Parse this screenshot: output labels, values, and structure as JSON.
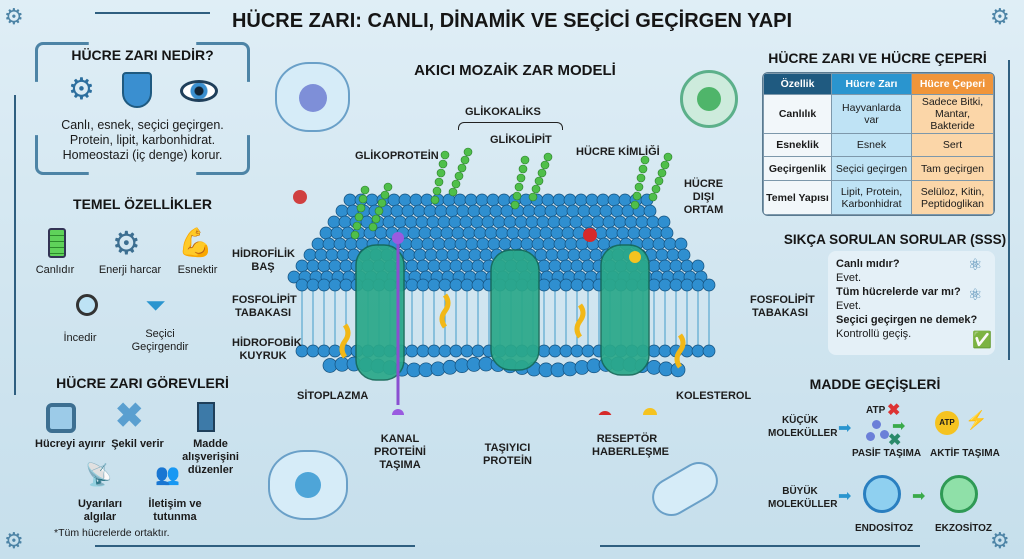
{
  "title": "HÜCRE ZARI: CANLI, DİNAMİK VE SEÇİCİ GEÇİRGEN YAPI",
  "what_is": {
    "heading": "HÜCRE ZARI NEDİR?",
    "icons": [
      "gear-icon",
      "shield-icon",
      "eye-icon"
    ],
    "lines": [
      "Canlı, esnek, seçici geçirgen.",
      "Protein, lipit, karbonhidrat.",
      "Homeostazi (iç denge) korur."
    ]
  },
  "features": {
    "heading": "TEMEL ÖZELLİKLER",
    "items": [
      {
        "label": "Canlıdır",
        "icon": "battery-icon"
      },
      {
        "label": "Enerji harcar",
        "icon": "energy-gear-icon"
      },
      {
        "label": "Esnektir",
        "icon": "muscle-icon"
      },
      {
        "label": "İncedir",
        "icon": "magnifier-icon"
      },
      {
        "label": "Seçici Geçirgendir",
        "icon": "filter-icon"
      }
    ]
  },
  "functions": {
    "heading": "HÜCRE ZARI GÖREVLERİ",
    "items": [
      {
        "label": "Hücreyi ayırır",
        "icon": "frame-icon"
      },
      {
        "label": "Şekil verir",
        "icon": "x-shape-icon"
      },
      {
        "label": "Madde alışverişini düzenler",
        "icon": "door-icon"
      },
      {
        "label": "Uyarıları algılar",
        "icon": "antenna-icon"
      },
      {
        "label": "İletişim ve tutunma",
        "icon": "people-icon"
      }
    ],
    "footnote": "*Tüm hücrelerde ortaktır."
  },
  "model": {
    "heading": "AKICI MOZAİK ZAR MODELİ",
    "labels": {
      "glycocalyx": "GLİKOKALİKS",
      "glycolipid": "GLİKOLİPİT",
      "glycoprotein": "GLİKOPROTEİN",
      "cell_id": "HÜCRE KİMLİĞİ",
      "extracellular": "HÜCRE DIŞI ORTAM",
      "hydrophilic": "HİDROFİLİK BAŞ",
      "phospholipid_left": "FOSFOLİPİT TABAKASI",
      "hydrophobic": "HİDROFOBİK KUYRUK",
      "phospholipid_right": "FOSFOLİPİT TABAKASI",
      "cytoplasm": "SİTOPLAZMA",
      "cholesterol": "KOLESTEROL",
      "channel": "KANAL PROTEİNİ TAŞIMA",
      "carrier": "TAŞIYICI PROTEİN",
      "receptor": "RESEPTÖR HABERLEŞME"
    },
    "colors": {
      "head": "#2f8fd0",
      "protein": "#2aa889",
      "sugar": "#4fbf4a",
      "cholesterol": "#f2b817"
    }
  },
  "comparison": {
    "heading": "HÜCRE ZARI VE HÜCRE ÇEPERİ",
    "columns": [
      "Özellik",
      "Hücre Zarı",
      "Hücre Çeperi"
    ],
    "rows": [
      [
        "Canlılık",
        "Hayvanlarda var",
        "Sadece Bitki, Mantar, Bakteride"
      ],
      [
        "Esneklik",
        "Esnek",
        "Sert"
      ],
      [
        "Geçirgenlik",
        "Seçici geçirgen",
        "Tam geçirgen"
      ],
      [
        "Temel Yapısı",
        "Lipit, Protein, Karbonhidrat",
        "Selüloz, Kitin, Peptidoglikan"
      ]
    ],
    "colors": {
      "header_dark": "#1f5a80",
      "membrane": "#2a95cf",
      "wall": "#f0953a"
    }
  },
  "faq": {
    "heading": "SIKÇA SORULAN SORULAR (SSS)",
    "items": [
      {
        "q": "Canlı mıdır?",
        "a": "Evet."
      },
      {
        "q": "Tüm hücrelerde var mı?",
        "a": "Evet."
      },
      {
        "q": "Seçici geçirgen ne demek?",
        "a": "Kontrollü geçiş."
      }
    ]
  },
  "transport": {
    "heading": "MADDE GEÇİŞLERİ",
    "small": "KÜÇÜK MOLEKÜLLER",
    "large": "BÜYÜK MOLEKÜLLER",
    "atp": "ATP",
    "passive": "PASİF TAŞIMA",
    "active": "AKTİF TAŞIMA",
    "endo": "ENDOSİTOZ",
    "exo": "EKZOSİTOZ"
  }
}
